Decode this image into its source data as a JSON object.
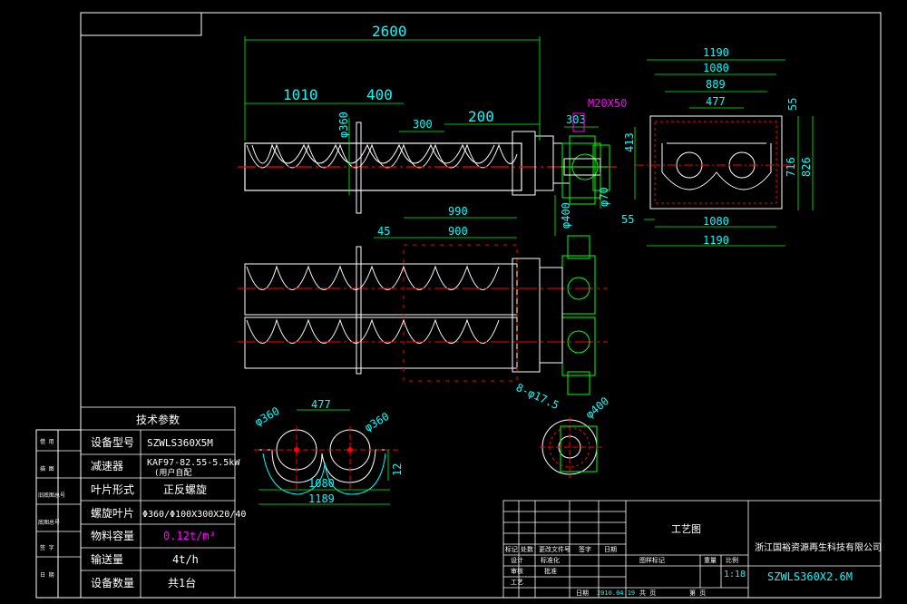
{
  "colors": {
    "background": "#000000",
    "frame": "#ffffff",
    "dimension": "#00ff00",
    "text_cyan": "#00ffff",
    "center_line": "#ff0000",
    "motor": "#00ff00",
    "magenta": "#ff00ff",
    "body": "#ffffff"
  },
  "dimensions": {
    "top_total": "2600",
    "top_seg1": "1010",
    "top_seg2": "400",
    "pitch": "300",
    "tail": "200",
    "motor_len": "303",
    "phi360": "φ360",
    "phi400": "φ400",
    "phi70": "φ70",
    "bolt": "M20X50",
    "width_1190_top": "1190",
    "width_1080_top": "1080",
    "width_889": "889",
    "width_477_top": "477",
    "h_55_top": "55",
    "h_413": "413",
    "h_716": "716",
    "h_826": "826",
    "h_55_bottom": "55",
    "width_1080_bottom": "1080",
    "width_1190_bottom": "1190",
    "trough_990": "990",
    "trough_900": "900",
    "offset_45": "45",
    "sec_477": "477",
    "sec_phi360_left": "φ360",
    "sec_phi360_right": "φ360",
    "sec_1080": "1080",
    "sec_1189": "1189",
    "sec_12": "12",
    "flange_holes": "8-φ17.5",
    "flange_phi400": "φ400"
  },
  "tech_table": {
    "title": "技术参数",
    "rows": [
      {
        "label": "设备型号",
        "value": "SZWLS360X5M"
      },
      {
        "label": "减速器",
        "value": "KAF97-82.55-5.5kW",
        "value2": "(用户自配"
      },
      {
        "label": "叶片形式",
        "value": "正反螺旋"
      },
      {
        "label": "螺旋叶片",
        "value": "Φ360/Φ100X300X20/40"
      },
      {
        "label": "物料容量",
        "value": "0.12t/m³"
      },
      {
        "label": "输送量",
        "value": "4t/h"
      },
      {
        "label": "设备数量",
        "value": "共1台"
      }
    ]
  },
  "side_labels": [
    "借 用",
    "描 图",
    "旧底图总号",
    "底图总号",
    "签 字",
    "日 期"
  ],
  "title_block": {
    "drawing_name": "工艺图",
    "company": "浙江国裕资源再生科技有限公司",
    "drawing_no": "SZWLS360X2.6M",
    "row_labels": [
      "标记",
      "处数",
      "更改文件号",
      "签字",
      "日期"
    ],
    "designer": "设计",
    "standard": "标准化",
    "check": "审核",
    "process": "工艺",
    "approve": "批准",
    "stage": "图样标记",
    "weight": "重量",
    "scale": "比例",
    "scale_value": "1:18",
    "date_label": "日期",
    "date_value": "2010.04.19",
    "sheet_total": "共 页",
    "sheet_no": "第 页"
  }
}
